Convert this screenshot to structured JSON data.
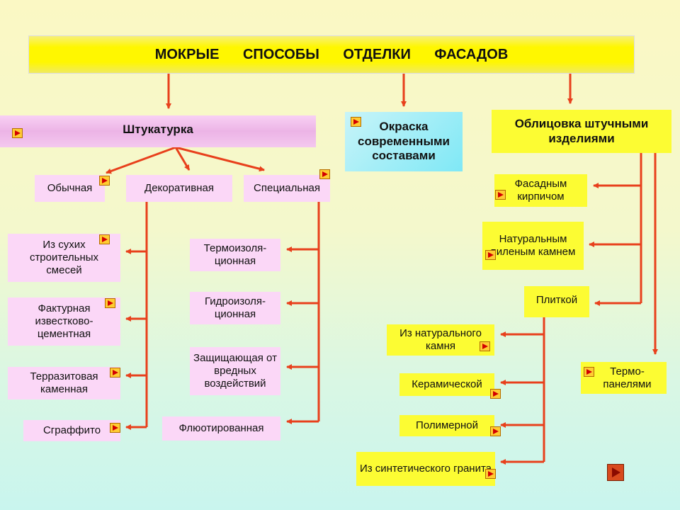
{
  "title": "МОКРЫЕ СПОСОБЫ ОТДЕЛКИ ФАСАДОВ",
  "categories": {
    "plaster": "Штукатурка",
    "painting": "Окраска современными составами",
    "cladding": "Облицовка штучными изделиями"
  },
  "plaster_types": {
    "ordinary": "Обычная",
    "decorative": "Декоративная",
    "special": "Специальная"
  },
  "decorative_items": [
    "Из сухих строительных смесей",
    "Фактурная известково-цементная",
    "Терразитовая каменная",
    "Сграффито"
  ],
  "special_items": [
    "Термоизоля-ционная",
    "Гидроизоля-ционная",
    "Защищающая от вредных воздействий",
    "Флюотированная"
  ],
  "cladding_items": {
    "brick": "Фасадным кирпичом",
    "stone": "Натуральным пиленым камнем",
    "tile": "Плиткой",
    "thermo": "Термо-панелями"
  },
  "tile_items": [
    "Из натурального камня",
    "Керамической",
    "Полимерной",
    "Из синтетического гранита"
  ],
  "colors": {
    "arrow": "#e8401c",
    "title_bg": "#fff700",
    "plaster_bg": "#ecb4e6",
    "painting_bg": "#7fe8f6",
    "cladding_bg": "#fcfc33",
    "marker": "#ffcc33"
  }
}
